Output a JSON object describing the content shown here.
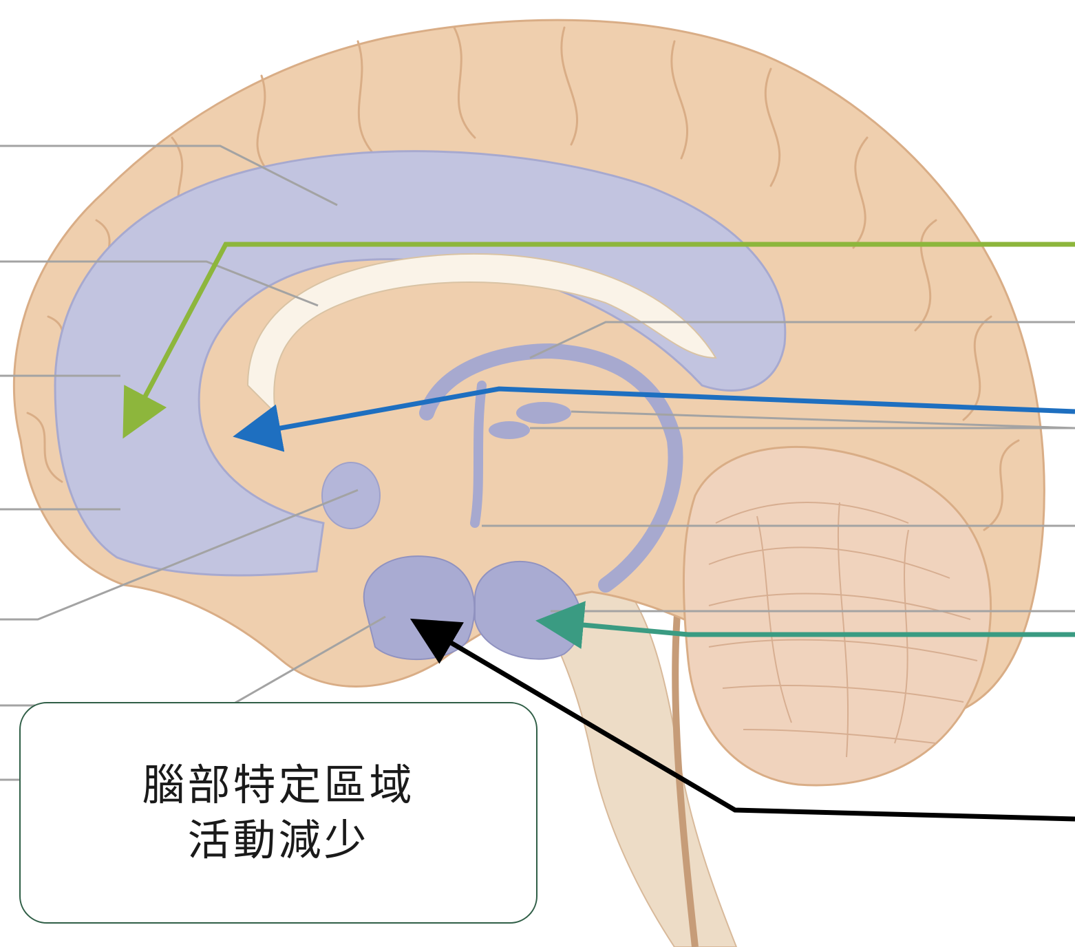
{
  "diagram": {
    "callout": {
      "line1": "腦部特定區域",
      "line2": "活動減少"
    },
    "arrows": [
      {
        "name": "green-arrow",
        "color": "#8db63c"
      },
      {
        "name": "blue-arrow",
        "color": "#1e6fc0"
      },
      {
        "name": "teal-arrow",
        "color": "#3a9b82"
      },
      {
        "name": "black-arrow",
        "color": "#000000"
      }
    ],
    "colors": {
      "cortex": "#efcfae",
      "cortex_outline": "#d9ad86",
      "limbic": "#c2c4e0",
      "limbic_dark": "#a7a9cf",
      "cerebellum": "#f0d3bd",
      "brainstem": "#eddcc6",
      "leader_line": "#a3a3a3",
      "callout_border": "#2f5e46"
    }
  }
}
